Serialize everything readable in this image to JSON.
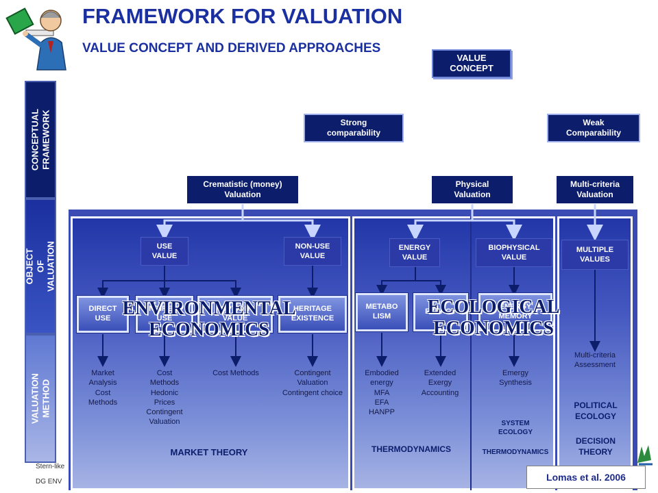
{
  "header": {
    "title": "FRAMEWORK FOR VALUATION",
    "subtitle": "VALUE CONCEPT AND DERIVED APPROACHES"
  },
  "value_concept": "VALUE\nCONCEPT",
  "comparability": {
    "strong": "Strong\ncomparability",
    "weak": "Weak\nComparability"
  },
  "side_labels": {
    "conceptual": "CONCEPTUAL\nFRAMEWORK",
    "object": "OBJECT OF\nVALUATION",
    "method": "VALUATION\nMETHOD"
  },
  "valuations": {
    "crematistic": "Crematistic (money)\nValuation",
    "physical": "Physical\nValuation",
    "multicriteria": "Multi-criteria\nValuation"
  },
  "values": {
    "use": "USE\nVALUE",
    "nonuse": "NON-USE\nVALUE",
    "energy": "ENERGY\nVALUE",
    "biophysical": "BIOPHYSICAL\nVALUE",
    "multiple": "MULTIPLE\nVALUES"
  },
  "categories": {
    "direct": "DIRECT\nUSE",
    "indirect": "INDIRECT\nUSE",
    "option": "OPTION\nVALUE",
    "heritage": "HERITAGE\nEXISTENCE",
    "metabolism": "METABO\nLISM",
    "exergy": "EXERGY",
    "energy_memory": "ENERGY\nMEMORY"
  },
  "methods": {
    "direct": "Market\nAnalysis\nCost\nMethods",
    "indirect": "Cost\nMethods\nHedonic\nPrices\nContingent\nValuation",
    "option": "Cost Methods",
    "heritage": "Contingent\nValuation\nContingent choice",
    "metabolism": "Embodied\nenergy\nMFA\nEFA\nHANPP",
    "exergy": "Extended\nExergy\nAccounting",
    "memory": "Emergy\nSynthesis",
    "multicriteria": "Multi-criteria\nAssessment"
  },
  "overlays": {
    "environmental": "ENVIRONMENTAL\nECONOMICS",
    "ecological": "ECOLOGICAL\nECONOMICS"
  },
  "theories": {
    "market": "MARKET THEORY",
    "thermodynamics": "THERMODYNAMICS",
    "system_ecology": "SYSTEM\nECOLOGY",
    "thermodynamics_small": "THERMODYNAMICS",
    "political": "POLITICAL\nECOLOGY",
    "decision": "DECISION\nTHEORY"
  },
  "citation": "Lomas et al. 2006",
  "footer": {
    "line1": "Stern-like",
    "line2": "DG ENV"
  },
  "colors": {
    "title_blue": "#1a2fa0",
    "navy": "#0c1d6c",
    "arrow": "#0c1d6c",
    "connector": "#c8d6ff"
  },
  "icons": [
    "presenter-clipart-icon",
    "logo-icon"
  ]
}
